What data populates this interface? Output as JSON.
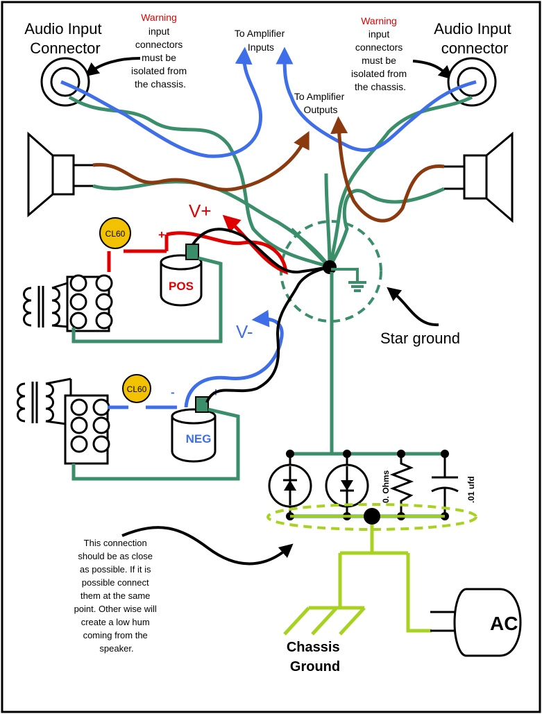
{
  "colors": {
    "ground": "#3a8f6a",
    "chassis": "#a8d220",
    "signal": "#3f6fe8",
    "speaker": "#8b3a0f",
    "positive": "#e00000",
    "negative": "#3f6fe8",
    "fuse": "#f2c200",
    "warning": "#e00000"
  },
  "labels": {
    "audio_input_left": [
      "Audio Input",
      "Connector"
    ],
    "audio_input_right": [
      "Audio Input",
      "connector"
    ],
    "warning_title": "Warning",
    "warning_body": [
      "input",
      "connectors",
      "must be",
      "isolated from",
      "the chassis."
    ],
    "to_amp_inputs": [
      "To Amplifier",
      "Inputs"
    ],
    "to_amp_outputs": [
      "To Amplifier",
      "Outputs"
    ],
    "v_plus": "V+",
    "v_minus": "V-",
    "fuse_label": "CL60",
    "plus_sign": "+",
    "minus_sign": "-",
    "cap_pos": "POS",
    "cap_neg": "NEG",
    "star_ground": "Star ground",
    "resistor_label": "0. Ohms",
    "cap_small_label": ".01 ufd",
    "note": [
      "This connection",
      "should be as close",
      "as possible. If it is",
      "possible connect",
      "them at the same",
      "point. Other wise will",
      "create a low hum",
      "coming from the",
      "speaker."
    ],
    "chassis_ground": [
      "Chassis",
      "Ground"
    ],
    "ac": "AC"
  }
}
